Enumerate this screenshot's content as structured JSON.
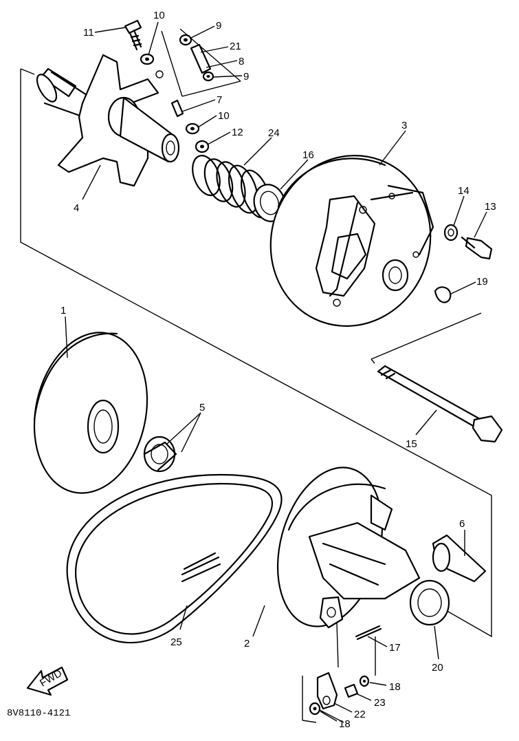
{
  "callouts": [
    {
      "id": "c11a",
      "text": "11"
    },
    {
      "id": "c10a",
      "text": "10"
    },
    {
      "id": "c9a",
      "text": "9"
    },
    {
      "id": "c21",
      "text": "21"
    },
    {
      "id": "c8",
      "text": "8"
    },
    {
      "id": "c9b",
      "text": "9"
    },
    {
      "id": "c7",
      "text": "7"
    },
    {
      "id": "c10b",
      "text": "10"
    },
    {
      "id": "c12",
      "text": "12"
    },
    {
      "id": "c24",
      "text": "24"
    },
    {
      "id": "c16",
      "text": "16"
    },
    {
      "id": "c3",
      "text": "3"
    },
    {
      "id": "c4",
      "text": "4"
    },
    {
      "id": "c14",
      "text": "14"
    },
    {
      "id": "c13",
      "text": "13"
    },
    {
      "id": "c19",
      "text": "19"
    },
    {
      "id": "c1",
      "text": "1"
    },
    {
      "id": "c5",
      "text": "5"
    },
    {
      "id": "c15",
      "text": "15"
    },
    {
      "id": "c6",
      "text": "6"
    },
    {
      "id": "c25",
      "text": "25"
    },
    {
      "id": "c2",
      "text": "2"
    },
    {
      "id": "c17",
      "text": "17"
    },
    {
      "id": "c20",
      "text": "20"
    },
    {
      "id": "c18a",
      "text": "18"
    },
    {
      "id": "c23",
      "text": "23"
    },
    {
      "id": "c22",
      "text": "22"
    },
    {
      "id": "c18b",
      "text": "18"
    }
  ],
  "fwd_label": "FWD",
  "diagram_code": "8V8110-4121"
}
